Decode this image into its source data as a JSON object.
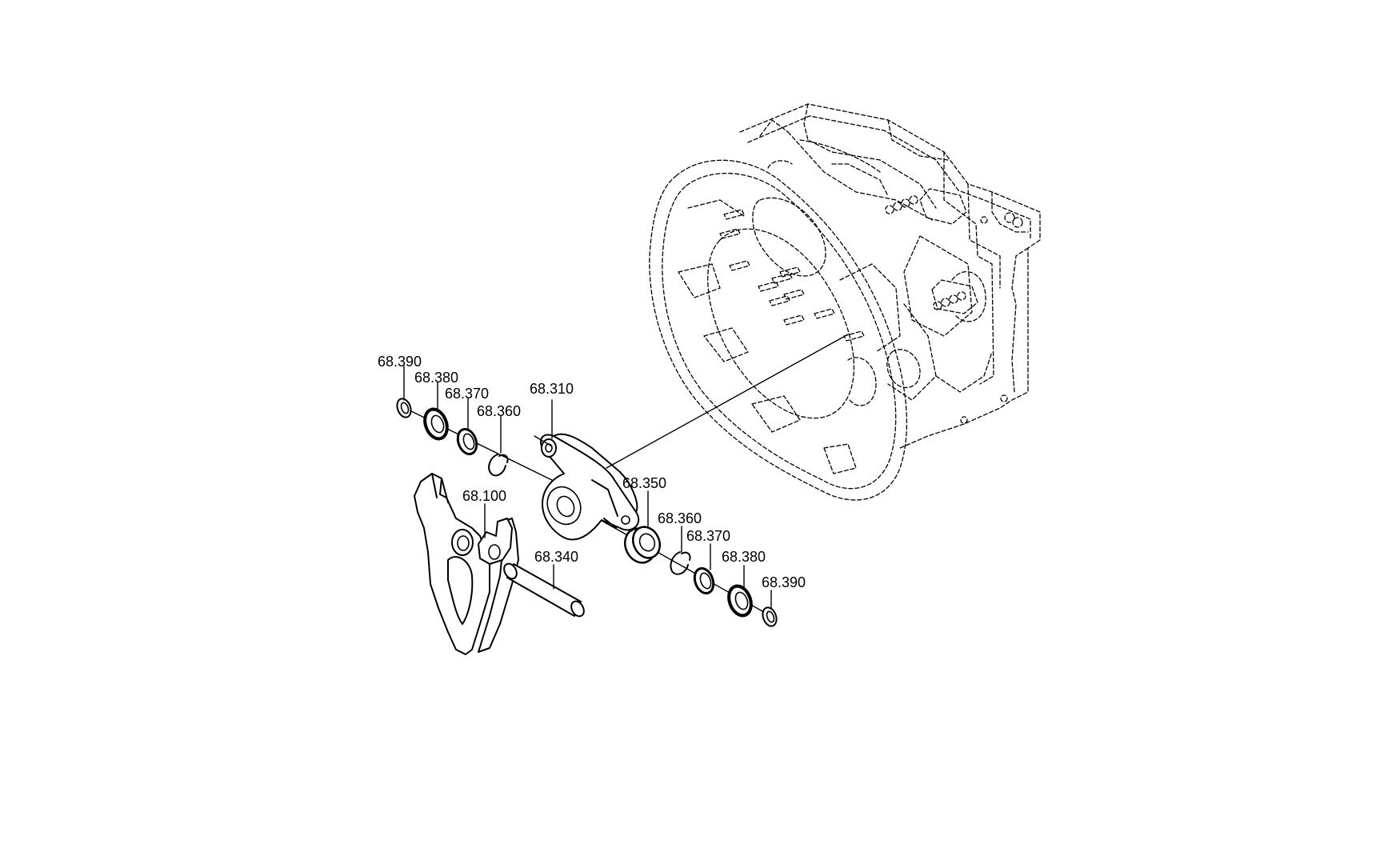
{
  "callouts": {
    "washer_left_390": "68.390",
    "seal_left_380": "68.380",
    "ring_left_370": "68.370",
    "circlip_left_360": "68.360",
    "lever_310": "68.310",
    "fork_100": "68.100",
    "pin_340": "68.340",
    "bushing_350": "68.350",
    "circlip_right_360": "68.360",
    "ring_right_370": "68.370",
    "seal_right_380": "68.380",
    "washer_right_390": "68.390"
  }
}
